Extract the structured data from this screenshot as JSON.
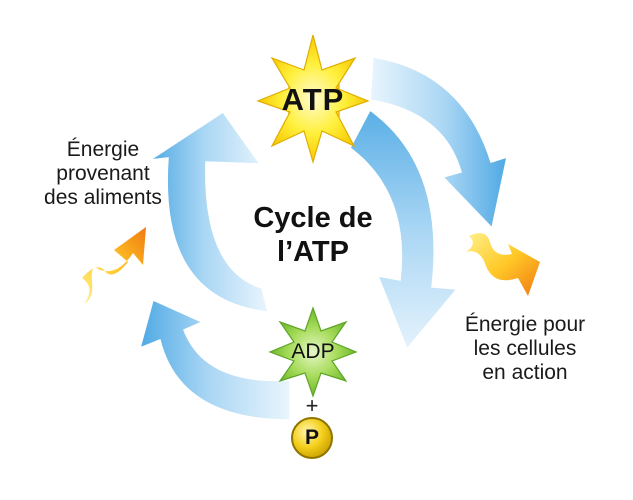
{
  "center": {
    "line1": "Cycle de",
    "line2": "l’ATP"
  },
  "atp": {
    "label": "ATP"
  },
  "adp": {
    "label": "ADP"
  },
  "phosphate": {
    "plus": "+",
    "label": "P"
  },
  "energy_in": {
    "line1": "Énergie",
    "line2": "provenant",
    "line3": "des aliments"
  },
  "energy_out": {
    "line1": "Énergie pour",
    "line2": "les cellules",
    "line3": "en action"
  },
  "colors": {
    "arrow_light": "#e9f5fd",
    "arrow_mid": "#a9d6f4",
    "arrow_dark": "#5aafe6",
    "atp_star": "#ffe92e",
    "adp_star": "#8fd03c",
    "phosphate": "#f2cc1a",
    "energy_orange": "#f08a12",
    "energy_yellow": "#ffe35a"
  }
}
